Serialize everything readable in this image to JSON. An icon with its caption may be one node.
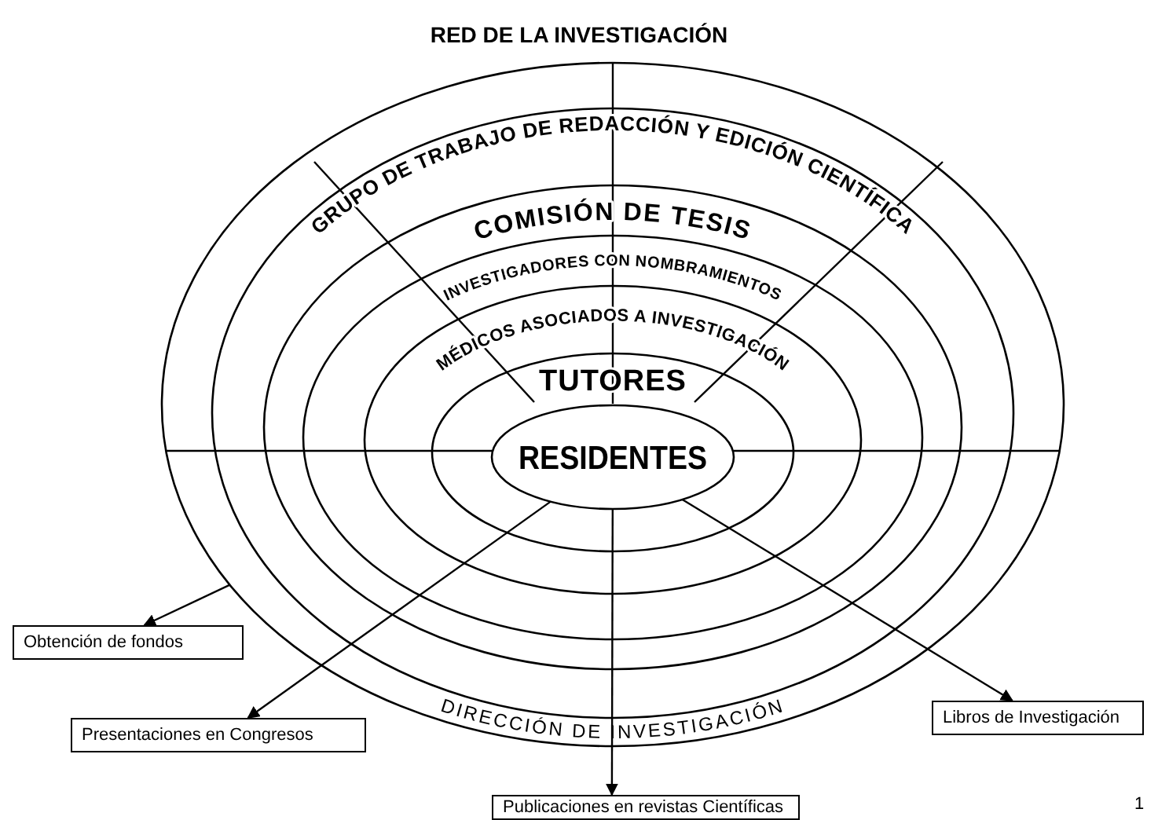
{
  "diagram": {
    "title": "RED DE LA INVESTIGACIÓN",
    "nodes": [
      {
        "text": [
          "DIRECCIÓN DE INVESTIGACIÓN"
        ]
      },
      {
        "text": [
          "GRUPO DE TRABAJO DE REDACCIÓN Y EDICIÓN CIENTÍFICA"
        ],
        "in": 0
      },
      {
        "text": [
          "COMISIÓN DE TESIS"
        ],
        "in": 1
      },
      {
        "text": [
          "INVESTIGADORES CON NOMBRAMIENTOS"
        ],
        "in": 2
      },
      {
        "text": [
          "MÉDICOS ASOCIADOS A INVESTIGACIÓN"
        ],
        "in": 3
      },
      {
        "text": [
          "TUTORES"
        ],
        "in": 4
      },
      {
        "text": [
          "RESIDENTES"
        ],
        "in": 5
      },
      {
        "text": [
          "Obtención de fondos"
        ]
      },
      {
        "text": [
          "Presentaciones en Congresos"
        ]
      },
      {
        "text": [
          "Libros de Investigación"
        ]
      },
      {
        "text": [
          "Publicaciones en revistas Científicas"
        ]
      }
    ],
    "edges": [
      {
        "from": 0,
        "to": 7,
        "arrow": "to"
      },
      {
        "from": 6,
        "to": 8,
        "arrow": "to"
      },
      {
        "from": 6,
        "to": 10,
        "arrow": "to"
      },
      {
        "from": 6,
        "to": 9,
        "arrow": "to"
      }
    ],
    "labels": [
      "1"
    ]
  }
}
